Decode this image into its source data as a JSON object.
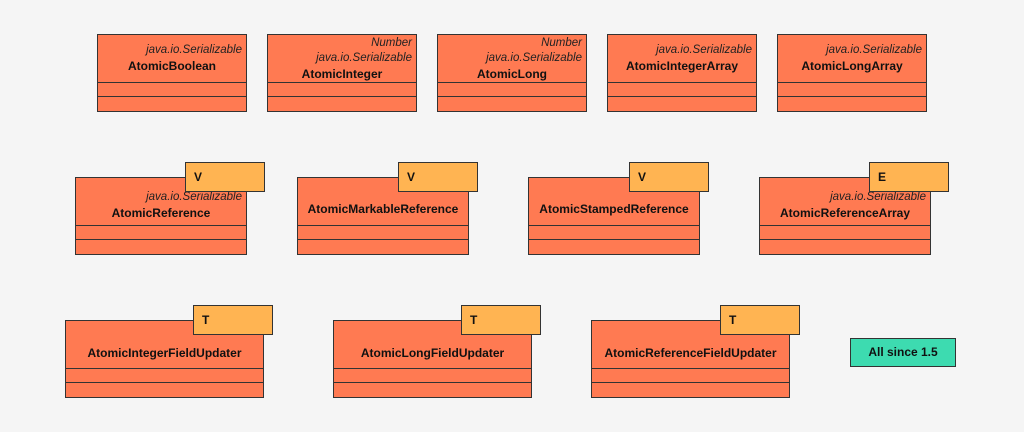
{
  "row1": [
    {
      "name": "AtomicBoolean",
      "interfaces": [
        "java.io.Serializable"
      ]
    },
    {
      "name": "AtomicInteger",
      "interfaces": [
        "Number",
        "java.io.Serializable"
      ]
    },
    {
      "name": "AtomicLong",
      "interfaces": [
        "Number",
        "java.io.Serializable"
      ]
    },
    {
      "name": "AtomicIntegerArray",
      "interfaces": [
        "java.io.Serializable"
      ]
    },
    {
      "name": "AtomicLongArray",
      "interfaces": [
        "java.io.Serializable"
      ]
    }
  ],
  "row2": [
    {
      "name": "AtomicReference",
      "type_param": "V",
      "interfaces": [
        "java.io.Serializable"
      ]
    },
    {
      "name": "AtomicMarkableReference",
      "type_param": "V",
      "interfaces": []
    },
    {
      "name": "AtomicStampedReference",
      "type_param": "V",
      "interfaces": []
    },
    {
      "name": "AtomicReferenceArray",
      "type_param": "E",
      "interfaces": [
        "java.io.Serializable"
      ]
    }
  ],
  "row3": [
    {
      "name": "AtomicIntegerFieldUpdater",
      "type_param": "T"
    },
    {
      "name": "AtomicLongFieldUpdater",
      "type_param": "T"
    },
    {
      "name": "AtomicReferenceFieldUpdater",
      "type_param": "T"
    }
  ],
  "note": {
    "text": "All since 1.5"
  },
  "colors": {
    "class_fill": "#ff7a52",
    "type_param_fill": "#ffb452",
    "note_fill": "#3ddbb0",
    "border": "#333333",
    "background": "#f5f5f5"
  }
}
